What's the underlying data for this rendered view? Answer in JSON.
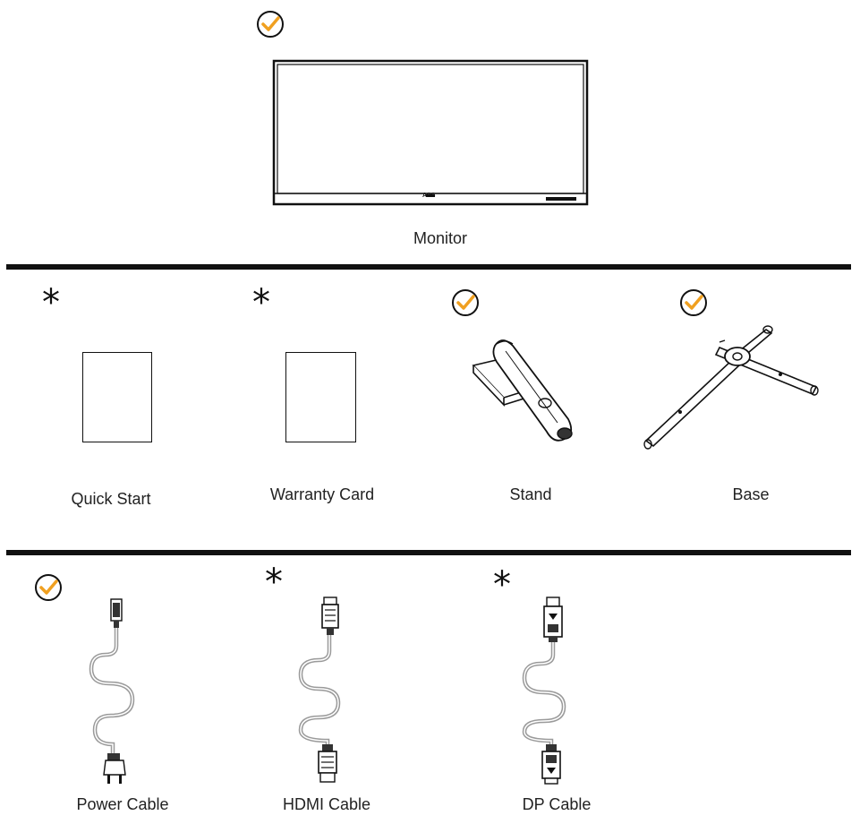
{
  "monitor": {
    "label": "Monitor",
    "logo_text": "AOC",
    "status": "included"
  },
  "row2": [
    {
      "label": "Quick Start",
      "status": "optional"
    },
    {
      "label": "Warranty Card",
      "status": "optional"
    },
    {
      "label": "Stand",
      "status": "included"
    },
    {
      "label": "Base",
      "status": "included"
    }
  ],
  "row3": [
    {
      "label": "Power Cable",
      "status": "included"
    },
    {
      "label": "HDMI Cable",
      "status": "optional"
    },
    {
      "label": "DP Cable",
      "status": "optional"
    }
  ],
  "symbols": {
    "included": "check-icon",
    "optional": "asterisk-icon",
    "asterisk": "*"
  },
  "colors": {
    "check": "#f0a020",
    "line": "#111111",
    "cable": "#9a9a9a"
  }
}
